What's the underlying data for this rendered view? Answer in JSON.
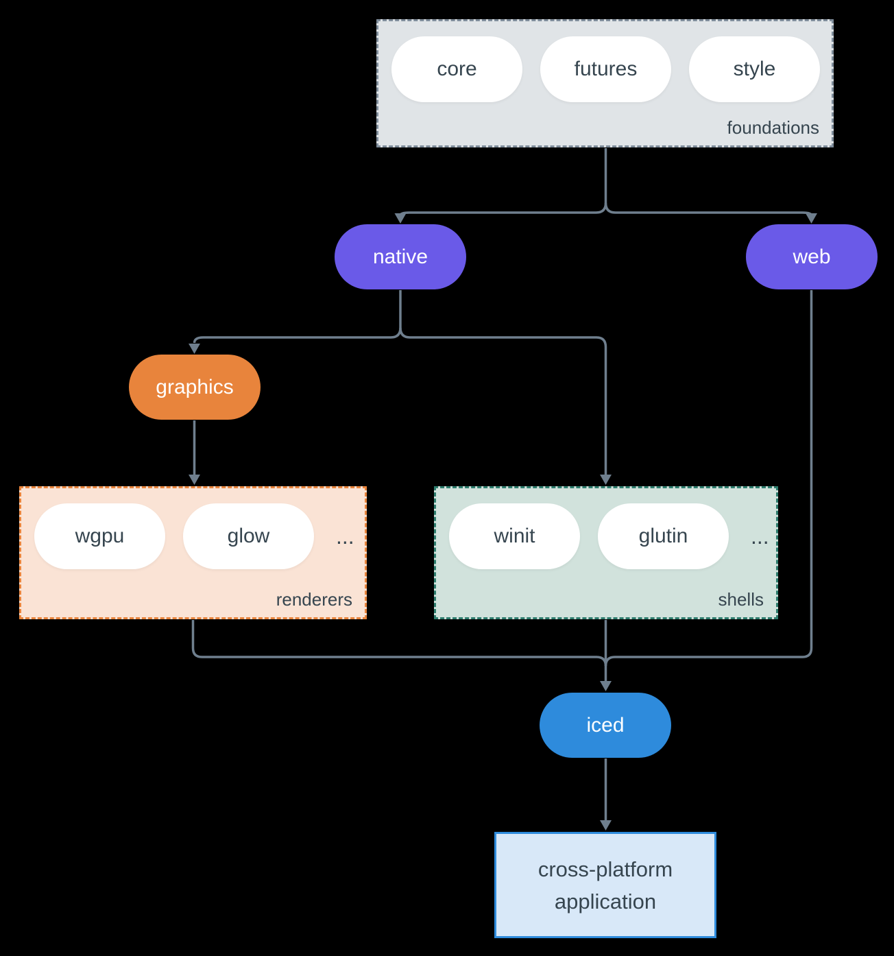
{
  "colors": {
    "background": "#000000",
    "ink": "#36454f",
    "arrow": "#6f7f8e",
    "purple": "#6a5ae8",
    "orange": "#e8843c",
    "blue": "#2e8bdc",
    "teal_border": "#2e7d6e",
    "slate_border": "#7e8c9a",
    "foundations_fill": "#e0e4e7",
    "renderers_fill": "#fae3d5",
    "shells_fill": "#d1e2dc",
    "app_fill": "#d8e8f8",
    "pill_fill": "#ffffff"
  },
  "diagram": {
    "foundations": {
      "label": "foundations",
      "pills": [
        "core",
        "futures",
        "style"
      ]
    },
    "native": {
      "label": "native"
    },
    "web": {
      "label": "web"
    },
    "graphics": {
      "label": "graphics"
    },
    "renderers": {
      "label": "renderers",
      "pills": [
        "wgpu",
        "glow"
      ],
      "ellipsis": "..."
    },
    "shells": {
      "label": "shells",
      "pills": [
        "winit",
        "glutin"
      ],
      "ellipsis": "..."
    },
    "iced": {
      "label": "iced"
    },
    "application": {
      "label": "cross-platform application",
      "lines": [
        "cross-platform",
        "application"
      ]
    }
  }
}
